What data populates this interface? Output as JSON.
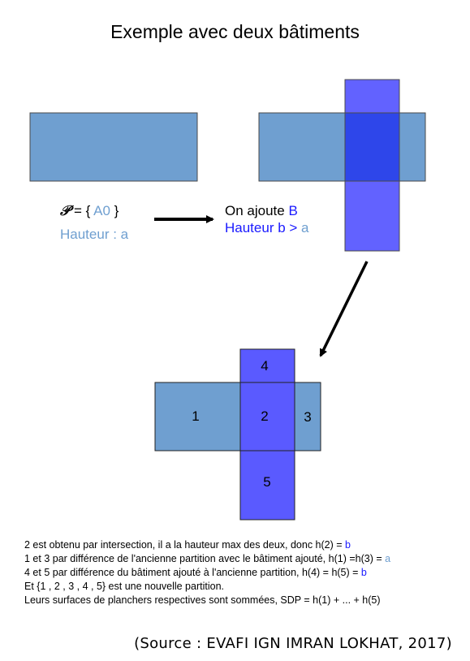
{
  "title": "Exemple avec deux bâtiments",
  "colors": {
    "building_a": "#6f9fd0",
    "building_b": "#5a5aff",
    "overlap": "#2e46ea",
    "text_a": "#6f9fd0",
    "text_b": "#1a1aff"
  },
  "left_state": {
    "set_symbol": "𝒫",
    "set_open": " = { ",
    "set_item": "A0",
    "set_close": " }",
    "height_label": "Hauteur : a"
  },
  "right_state": {
    "add_prefix": "On ajoute ",
    "add_building": "B",
    "height_prefix": "Hauteur b > ",
    "height_a": "a"
  },
  "partition_labels": {
    "p1": "1",
    "p2": "2",
    "p3": "3",
    "p4": "4",
    "p5": "5"
  },
  "notes": [
    {
      "text": "2 est  obtenu par intersection, il a la hauteur max des deux, donc h(2) = ",
      "value": "b",
      "value_color": "b"
    },
    {
      "text": "1 et 3 par différence de l'ancienne partition avec le bâtiment ajouté, h(1) =h(3) = ",
      "value": "a",
      "value_color": "a"
    },
    {
      "text": "4 et 5 par différence du bâtiment ajouté à l'ancienne partition, h(4) = h(5) = ",
      "value": "b",
      "value_color": "b"
    },
    {
      "text": "Et {1 , 2 , 3 , 4 , 5} est une nouvelle partition.",
      "value": "",
      "value_color": ""
    },
    {
      "text": "Leurs surfaces de planchers respectives sont sommées, SDP  = h(1) + ... + h(5)",
      "value": "",
      "value_color": ""
    }
  ],
  "source": "(Source : EVAFI IGN IMRAN LOKHAT, 2017)"
}
